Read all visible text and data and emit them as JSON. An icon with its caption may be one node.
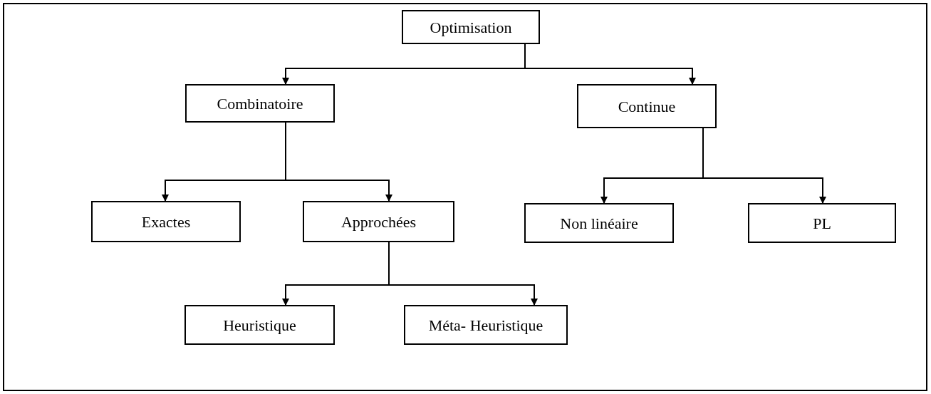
{
  "diagram": {
    "nodes": [
      {
        "text": [
          "Optimisation"
        ]
      },
      {
        "text": [
          "Combinatoire"
        ]
      },
      {
        "text": [
          "Continue"
        ]
      },
      {
        "text": [
          "Exactes"
        ]
      },
      {
        "text": [
          "Approchées"
        ]
      },
      {
        "text": [
          "Non linéaire"
        ]
      },
      {
        "text": [
          "PL"
        ]
      },
      {
        "text": [
          "Heuristique"
        ]
      },
      {
        "text": [
          "Méta- Heuristique"
        ]
      }
    ],
    "edges": [
      {
        "from": 0,
        "to": 1,
        "arrow": "to"
      },
      {
        "from": 0,
        "to": 2,
        "arrow": "to"
      },
      {
        "from": 1,
        "to": 3,
        "arrow": "to"
      },
      {
        "from": 1,
        "to": 4,
        "arrow": "to"
      },
      {
        "from": 2,
        "to": 5,
        "arrow": "to"
      },
      {
        "from": 2,
        "to": 6,
        "arrow": "to"
      },
      {
        "from": 4,
        "to": 7,
        "arrow": "to"
      },
      {
        "from": 4,
        "to": 8,
        "arrow": "to"
      }
    ]
  }
}
